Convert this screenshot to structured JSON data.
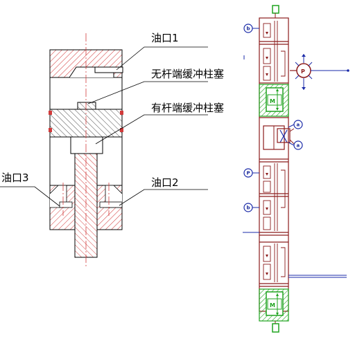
{
  "labels": {
    "port1": "油口1",
    "rodless_plunger": "无杆端缓冲柱塞",
    "rod_plunger": "有杆端缓冲柱塞",
    "port3": "油口3",
    "port2": "油口2"
  },
  "schematic": {
    "markers": [
      "b",
      "P",
      "b",
      "a",
      "a"
    ],
    "motor_letter": "M",
    "pump_letter": "P"
  },
  "colors": {
    "outline": "#000000",
    "hatch": "#d23a3a",
    "centerline": "#d23a3a",
    "leader": "#000000",
    "pipe": "#8b1a1a",
    "blue": "#1a2aa8",
    "green": "#1fa31f",
    "dark_red": "#8b1a1a"
  }
}
